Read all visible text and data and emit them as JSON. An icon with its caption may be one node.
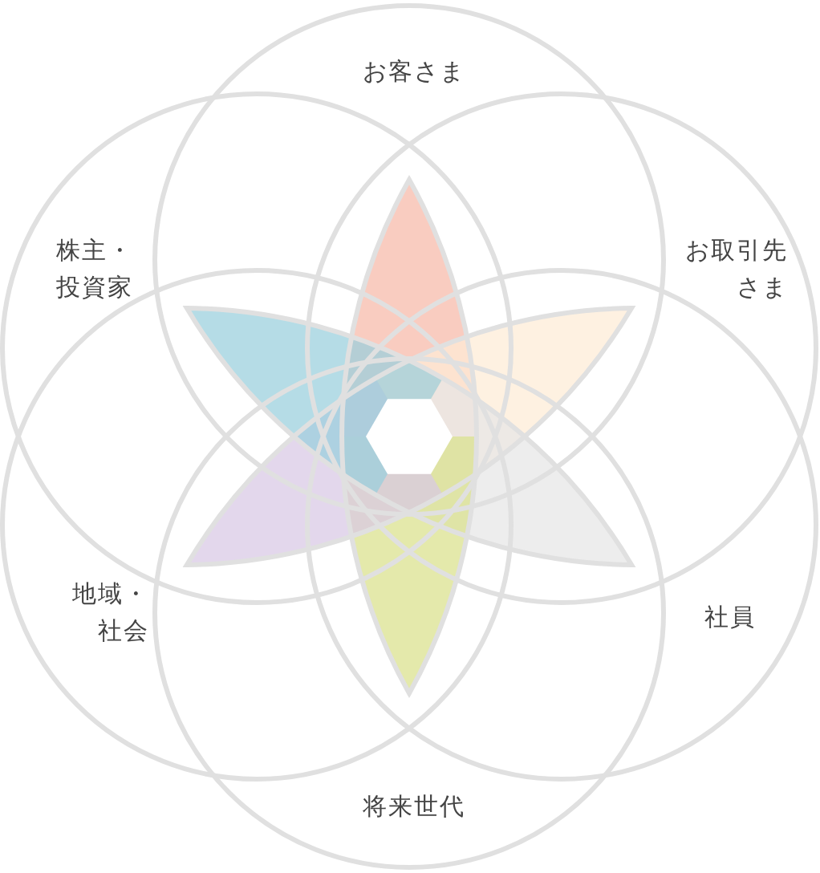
{
  "diagram": {
    "nodes": [
      {
        "text": [
          "お客さま"
        ]
      },
      {
        "text": [
          "株主・投資家"
        ]
      },
      {
        "text": [
          "お取引先さま"
        ]
      },
      {
        "text": [
          "地域・社会"
        ]
      },
      {
        "text": [
          "社員"
        ]
      },
      {
        "text": [
          "将来世代"
        ]
      }
    ]
  }
}
